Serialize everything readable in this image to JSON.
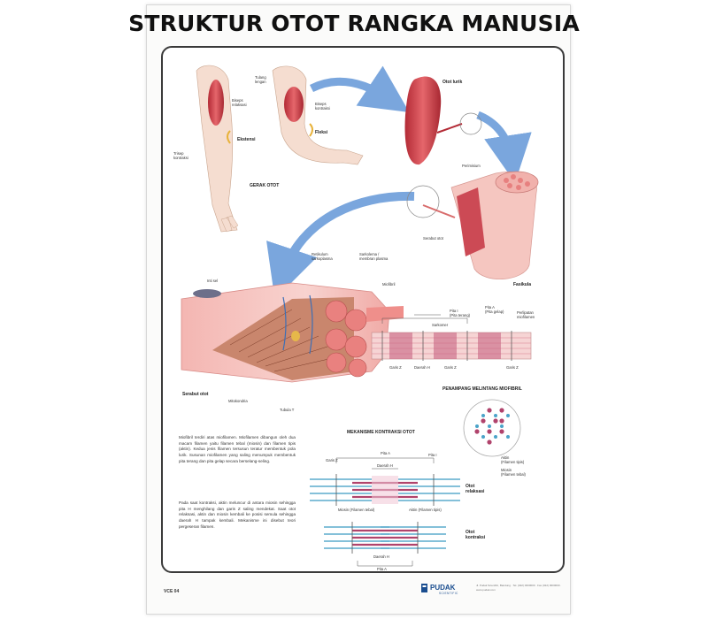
{
  "title": "STRUKTUR OTOT RANGKA MANUSIA",
  "labels": {
    "tulang_lengan": "Tulang\nlengan",
    "biseps_rileks": "Biseps\nrelaksasi",
    "trisep_kontraksi": "Trisep\nkontraksi",
    "otot_bisep": "Biseps\nkontraksi",
    "ekstensi": "Ekstensi",
    "fleksi": "Fleksi",
    "otot_lurik": "Otot lurik",
    "gerak_otot": "GERAK OTOT",
    "perimisium": "Perimisium",
    "serabut_otot_small": "Serabut otot",
    "fasikula": "Fasikula",
    "inti_sel": "Inti sel",
    "retikulum": "Retikulum\nsarkoplasma",
    "sarkolema": "Sarkolema /\nmembran plasma",
    "miofibril": "Miofibril",
    "pita_i": "Pita I\n(Pita terang)",
    "pita_a": "Pita A\n(Pita gelap)",
    "sarkomer": "Sarkomer",
    "pertigaan": "Perlipatan\nmiofilamen",
    "garis_z1": "Garis Z",
    "daerah_h": "Daerah H",
    "garis_z2": "Garis Z",
    "garis_z3": "Garis Z",
    "serabut_otot": "Serabut otot",
    "mitokondria": "Mitokondria",
    "tubula_t": "Tubula T",
    "penampang": "PENAMPANG MELINTANG MIOFIBRIL",
    "mekanisme": "MEKANISME KONTRAKSI OTOT",
    "aktin": "Aktin\n(Filamen tipis)",
    "miosin": "Miosin\n(Filamen tebal)",
    "mk_garis_z": "Garis Z",
    "mk_pita_a": "Pita A",
    "mk_daerah_h": "Daerah H",
    "mk_pita_i": "Pita I",
    "mk_miosin": "Miosin (Filamen tebal)",
    "mk_aktin": "Aktin (Filamen tipis)",
    "otot_relaksasi": "Otot\nrelaksasi",
    "otot_kontraksi": "Otot\nkontraksi",
    "mk_daerah_h2": "Daerah H",
    "mk_pita_a2": "Pita A"
  },
  "paragraph1": "Miofibril terdiri atas miofilamen. Miofilamen dibangun oleh dua macam filamen yaitu filamen tebal (miosin) dan filamen tipis (aktin). Kedua jenis filamen tersusun teratur membentuk pola lurik. Susunan miofilamen yang saling menumpuk membentuk pita terang dan pita gelap secara berselang-seling.",
  "paragraph2": "Pada saat kontraksi, aktin meluncur di antara miosin sehingga pita H menghilang dan garis Z saling mendekat. Saat otot relaksasi, aktin dan miosin kembali ke posisi semula sehingga daerah H tampak kembali. Mekanisme ini disebut teori pergeseran filamen.",
  "footer": {
    "code": "VCE 04",
    "logo": "PUDAK",
    "logo_sub": "SCIENTIFIC",
    "contact": "Jl. Pudak Scientific, Bandung · Tel. (022) 0000000 · Fax (022) 0000000 · www.pudak.com"
  },
  "colors": {
    "muscle": "#d94a52",
    "muscle_light": "#f2b5b5",
    "skin": "#f3d3c0",
    "arrow": "#7aa6dd",
    "actin": "#3a9ac2",
    "myosin": "#b0436c"
  }
}
